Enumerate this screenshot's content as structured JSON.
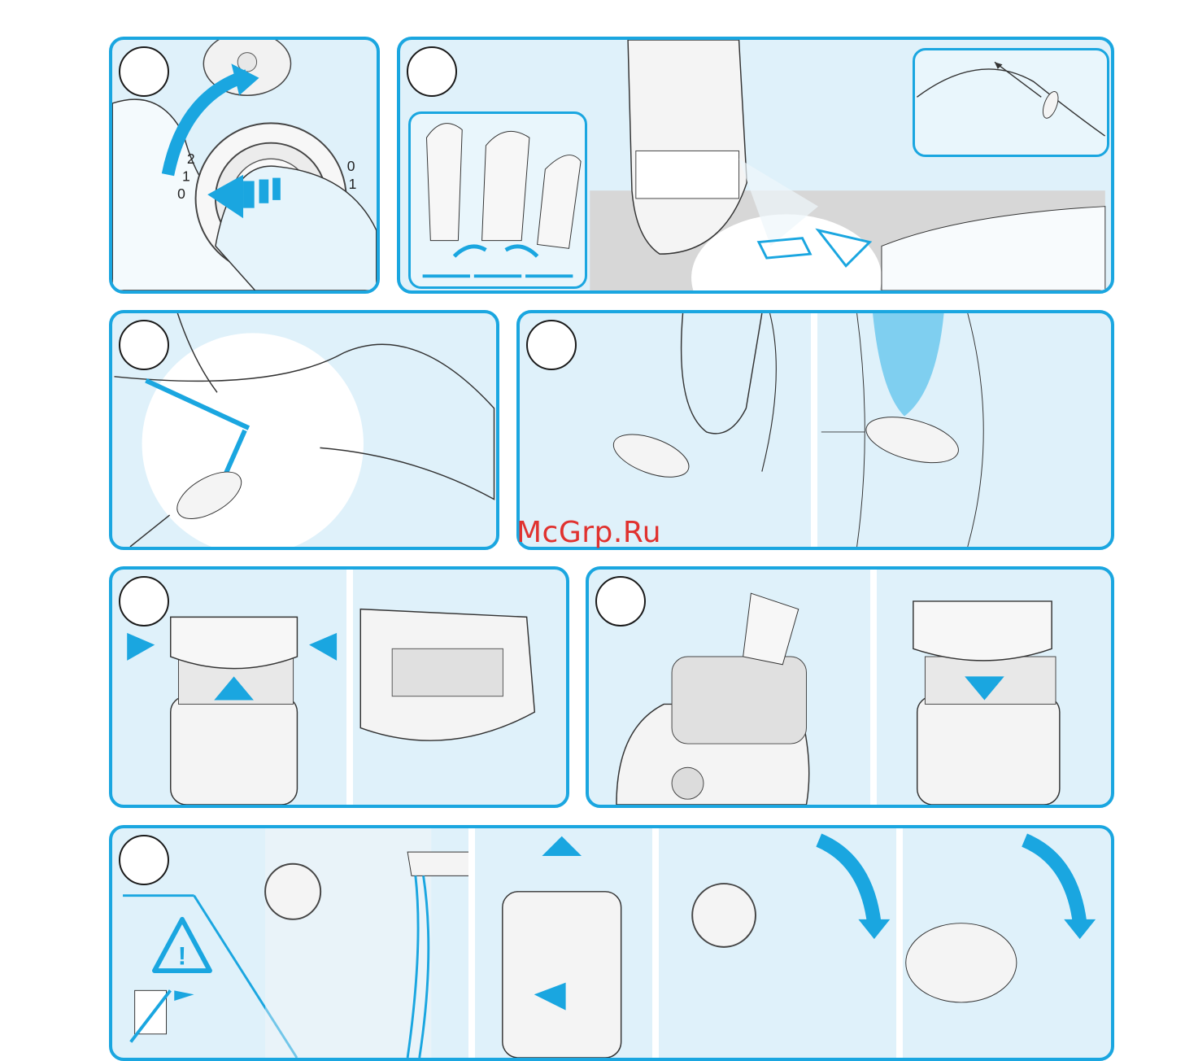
{
  "panels": [
    {
      "id": "p1",
      "description_icon": "mode-dial-icon"
    },
    {
      "id": "p2",
      "description_icon": "epilator-glide-icon"
    },
    {
      "id": "p3",
      "description_icon": "underarm-epilation-icon"
    },
    {
      "id": "p4",
      "description_icon": "face-bikini-epilation-icon"
    },
    {
      "id": "p5",
      "description_icon": "head-removal-cleaning-icon"
    },
    {
      "id": "p6",
      "description_icon": "brush-cleaning-icon"
    },
    {
      "id": "p7",
      "description_icon": "wet-cleaning-icon"
    }
  ],
  "dial": {
    "left_scale": [
      "0",
      "1",
      "2"
    ],
    "right_scale": [
      "0",
      "1"
    ]
  },
  "warning": {
    "symbol": "!"
  },
  "watermark": "McGrp.Ru",
  "colors": {
    "accent": "#1aa6e0",
    "panel_bg": "#dff1fa",
    "watermark": "#e0322f"
  }
}
